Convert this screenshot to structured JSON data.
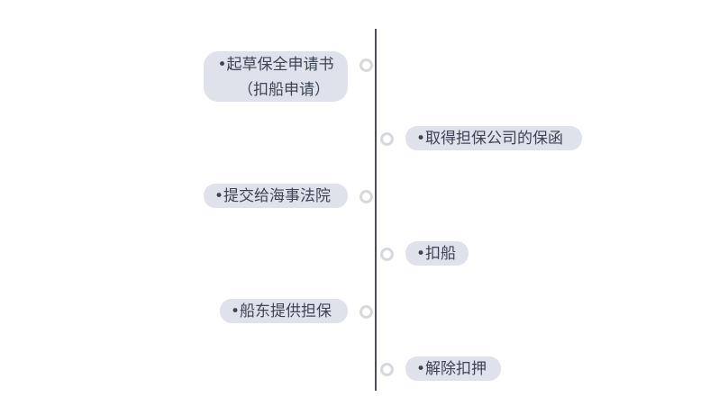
{
  "timeline": {
    "left_items": [
      {
        "lines": [
          "•起草保全申请书",
          "（扣船申请）"
        ]
      },
      {
        "lines": [
          "•提交给海事法院"
        ]
      },
      {
        "lines": [
          "•船东提供担保"
        ]
      }
    ],
    "right_items": [
      {
        "lines": [
          "•取得担保公司的保函"
        ]
      },
      {
        "lines": [
          "•扣船"
        ]
      },
      {
        "lines": [
          "•解除扣押"
        ]
      }
    ]
  }
}
